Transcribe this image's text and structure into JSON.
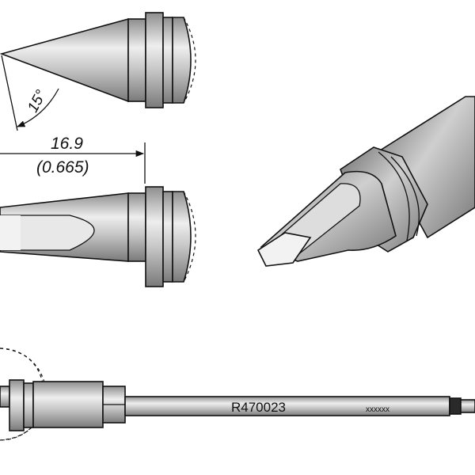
{
  "labels": {
    "angle": "15°",
    "length_mm": "16.9",
    "length_in": "(0.665)",
    "part_number": "R470023",
    "serial": "xxxxxx"
  },
  "colors": {
    "line": "#111111",
    "metal_dark": "#8e8e8e",
    "metal_mid": "#c7c7c7",
    "metal_light": "#eeeeee",
    "tip_face": "#f2f2f2",
    "background": "#ffffff"
  }
}
